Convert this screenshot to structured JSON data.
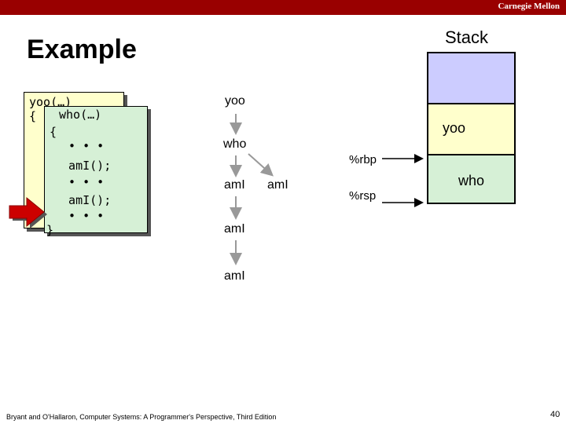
{
  "header": {
    "institution": "Carnegie Mellon"
  },
  "slide": {
    "title": "Example",
    "stack_title": "Stack"
  },
  "code": {
    "yoo_lines": [
      "yoo(…)",
      "{"
    ],
    "who_lines": [
      "who(…)",
      "{",
      "  • • •",
      "  amI();",
      "  • • •",
      "  amI();",
      "  • • •",
      "}"
    ]
  },
  "call_tree": {
    "yoo": "yoo",
    "who": "who",
    "ami_left": "amI",
    "ami_right": "amI",
    "ami_mid": "amI",
    "ami_bottom": "amI"
  },
  "registers": {
    "rbp": "%rbp",
    "rsp": "%rsp"
  },
  "stack_frames": {
    "yoo": "yoo",
    "who": "who"
  },
  "footer": {
    "citation": "Bryant and O'Hallaron, Computer Systems: A Programmer's Perspective, Third Edition",
    "page_number": "40"
  },
  "colors": {
    "topbar": "#990000",
    "yoo_frame": "#ffffcc",
    "who_frame": "#d6f0d6",
    "stack_top": "#ccccff",
    "pointer_arrow": "#cc0000",
    "tree_arrows": "#999999"
  }
}
